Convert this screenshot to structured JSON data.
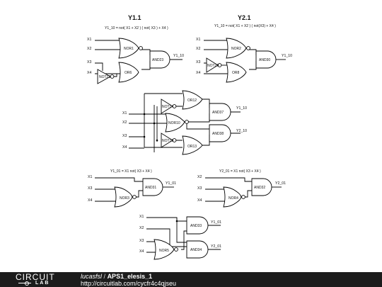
{
  "titles": {
    "y11": "Y1.1",
    "y21": "Y2.1"
  },
  "equations": {
    "q1": "Y1_10 = not( X1 + X2 ) ( not( X3 ) + X4 )",
    "q2": "Y1_10 = not( X1 + X2 ) ( not(X3) + X4 )",
    "q3": "Y1_01 = X1 not( X3 + X4 )",
    "q4": "Y2_01 = X1 not( X3 + X4 )"
  },
  "inputs": {
    "x1": "X1",
    "x2": "X2",
    "x3": "X3",
    "x4": "X4"
  },
  "outputs": {
    "y1_10": "Y1_10",
    "y2_10": "Y2_10",
    "y1_01": "Y1_01",
    "y2_01": "Y2_01"
  },
  "gates": {
    "nor1": "NOR1",
    "nor2": "NOR2",
    "nor3": "NOR3",
    "nor4": "NOR4",
    "nor5": "NOR5",
    "nor10": "NOR10",
    "or6": "OR6",
    "or8": "OR8",
    "or12": "OR12",
    "or13": "OR13",
    "not21": "NOT21",
    "not20": "NOT20",
    "not14": "NOT14",
    "not15": "NOT15",
    "and23": "AND23",
    "and30": "AND30",
    "and37": "AND37",
    "and38": "AND38",
    "and31": "AND31",
    "and32": "AND32",
    "and33": "AND33",
    "and34": "AND34"
  },
  "footer": {
    "logo_top": "CIRCUIT",
    "logo_bottom": "LAB",
    "user": "lucasfsl",
    "separator": "/",
    "project": "APS1_elesis_1",
    "url": "http://circuitlab.com/cycfr4c4qjseu"
  }
}
